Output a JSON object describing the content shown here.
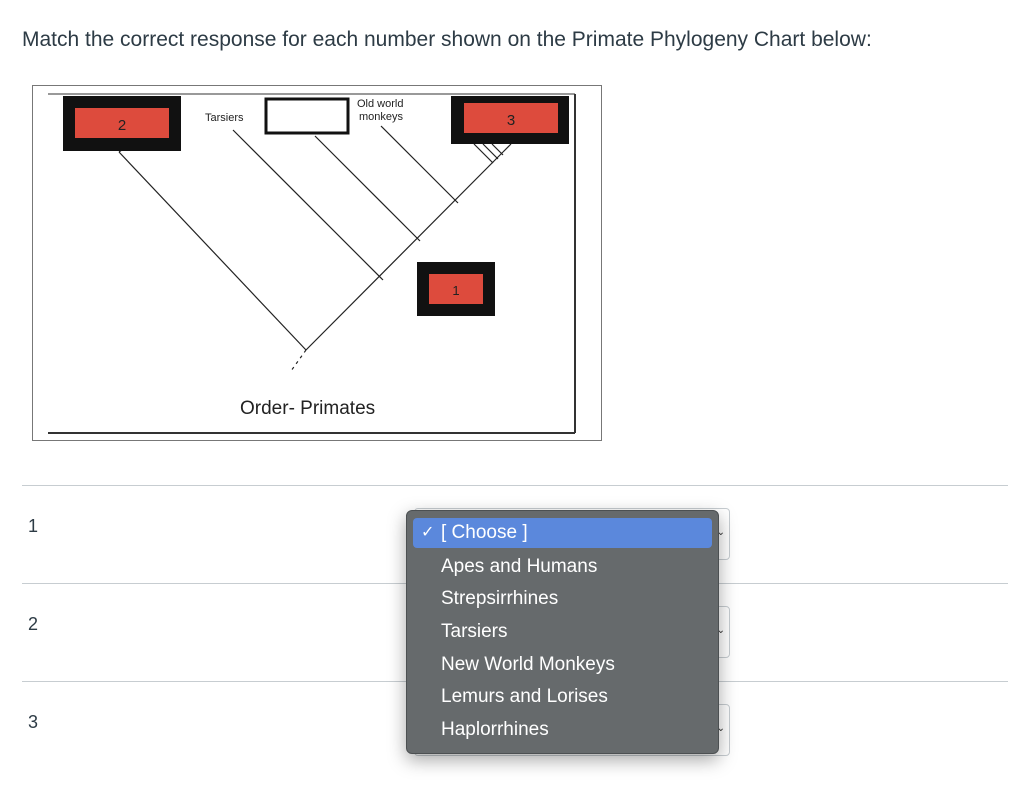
{
  "question": {
    "text": "Match the correct response for each number shown on the Primate Phylogeny Chart below:"
  },
  "diagram": {
    "labels": {
      "box_2": "2",
      "box_3": "3",
      "box_1": "1",
      "tarsiers": "Tarsiers",
      "old_world_line1": "Old world",
      "old_world_line2": "monkeys",
      "order": "Order- Primates"
    },
    "colors": {
      "red_box": "#dd4b3d",
      "black_border": "#111111"
    }
  },
  "rows": [
    {
      "label": "1"
    },
    {
      "label": "2"
    },
    {
      "label": "3"
    }
  ],
  "dropdown": {
    "selected_check": "✓",
    "options": [
      "[ Choose ]",
      "Apes and Humans",
      "Strepsirrhines",
      "Tarsiers",
      "New World Monkeys",
      "Lemurs and Lorises",
      "Haplorrhines"
    ],
    "colors": {
      "menu_bg": "#666a6c",
      "highlight": "#5b88dc"
    }
  }
}
